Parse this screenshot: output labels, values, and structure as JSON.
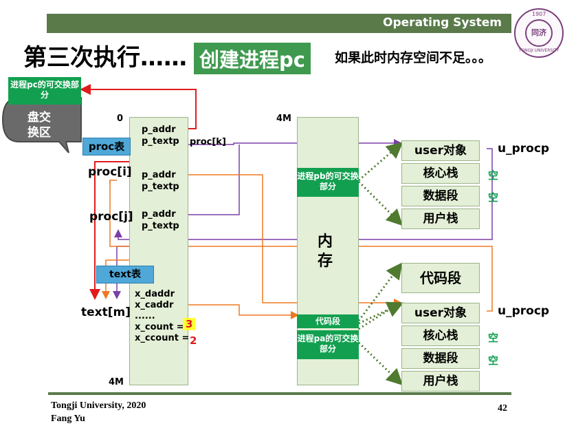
{
  "header": {
    "title": "Operating  System"
  },
  "logo": {
    "year": "1907",
    "text": "TONGJI UNIVERSITY",
    "center": "同济"
  },
  "title": {
    "main": "第三次执行……",
    "highlight": "创建进程pc",
    "note": "如果此时内存空间不足。。。"
  },
  "disk": {
    "label": "进程pc的可交换部分",
    "text_line1": "盘交",
    "text_line2": "换区"
  },
  "proc_table": {
    "label": "proc表",
    "top_address": "0",
    "bottom_address": "4M",
    "entries": [
      {
        "name": "",
        "fields": [
          "p_addr",
          "p_textp"
        ],
        "side_label": "proc[k]"
      },
      {
        "name": "proc[i]",
        "fields": [
          "p_addr",
          "p_textp"
        ]
      },
      {
        "name": "proc[j]",
        "fields": [
          "p_addr",
          "p_textp"
        ]
      }
    ]
  },
  "text_table": {
    "label": "text表",
    "entry": "text[m]",
    "fields": [
      "x_daddr",
      "x_caddr",
      "......",
      "x_count =",
      "x_ccount ="
    ],
    "x_count": "3",
    "x_ccount": "2"
  },
  "memory": {
    "top_address": "4M",
    "label_line1": "内",
    "label_line2": "存",
    "pb_label": "进程pb的可交换部分",
    "code_label": "代码段",
    "pa_label": "进程pa的可交换部分"
  },
  "upper_segments": {
    "items": [
      "user对象",
      "核心栈",
      "数据段",
      "用户栈"
    ],
    "pointer": "u_procp",
    "empty": "空"
  },
  "code_segment": "代码段",
  "lower_segments": {
    "items": [
      "user对象",
      "核心栈",
      "数据段",
      "用户栈"
    ],
    "pointer": "u_procp",
    "empty": "空"
  },
  "colors": {
    "header": "#5a7a4a",
    "green": "#12a050",
    "blue": "#4fa8d8",
    "red": "#e01b1b",
    "orange": "#f07820",
    "purple": "#7a3fa8"
  },
  "footer": {
    "line1": "Tongji University,  2020",
    "line2": "Fang Yu",
    "page": "42"
  }
}
